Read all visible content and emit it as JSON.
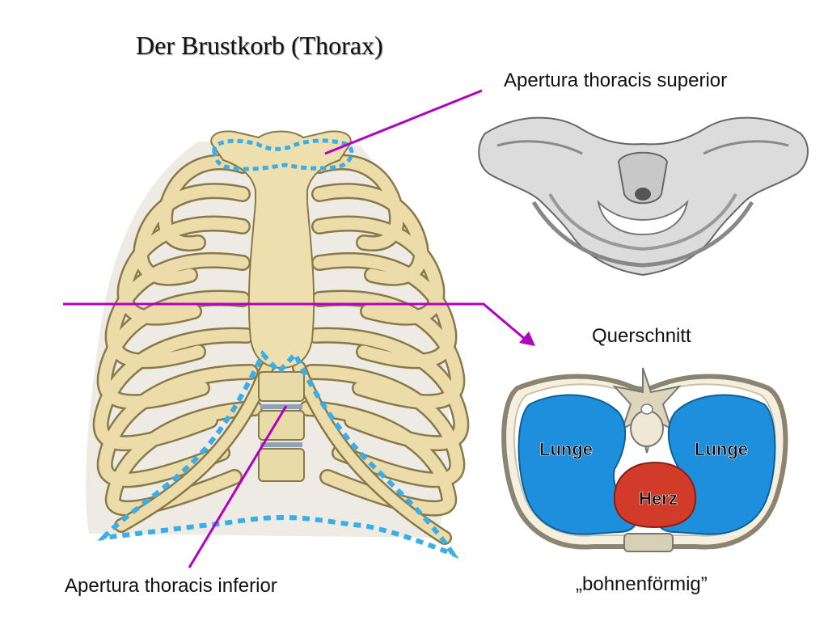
{
  "title": "Der Brustkorb (Thorax)",
  "labels": {
    "superior": "Apertura thoracis superior",
    "querschnitt": "Querschnitt",
    "inferior": "Apertura thoracis inferior",
    "shape": "„bohnenförmig”"
  },
  "organs": {
    "lung_left": "Lunge",
    "lung_right": "Lunge",
    "heart": "Herz"
  },
  "colors": {
    "bone": "#e8d9a6",
    "bone_outline": "#8a7a4a",
    "pointer": "#b000c0",
    "aperture_dots": "#3aaee8",
    "lung": "#1e8fdc",
    "heart": "#d23a2a"
  }
}
